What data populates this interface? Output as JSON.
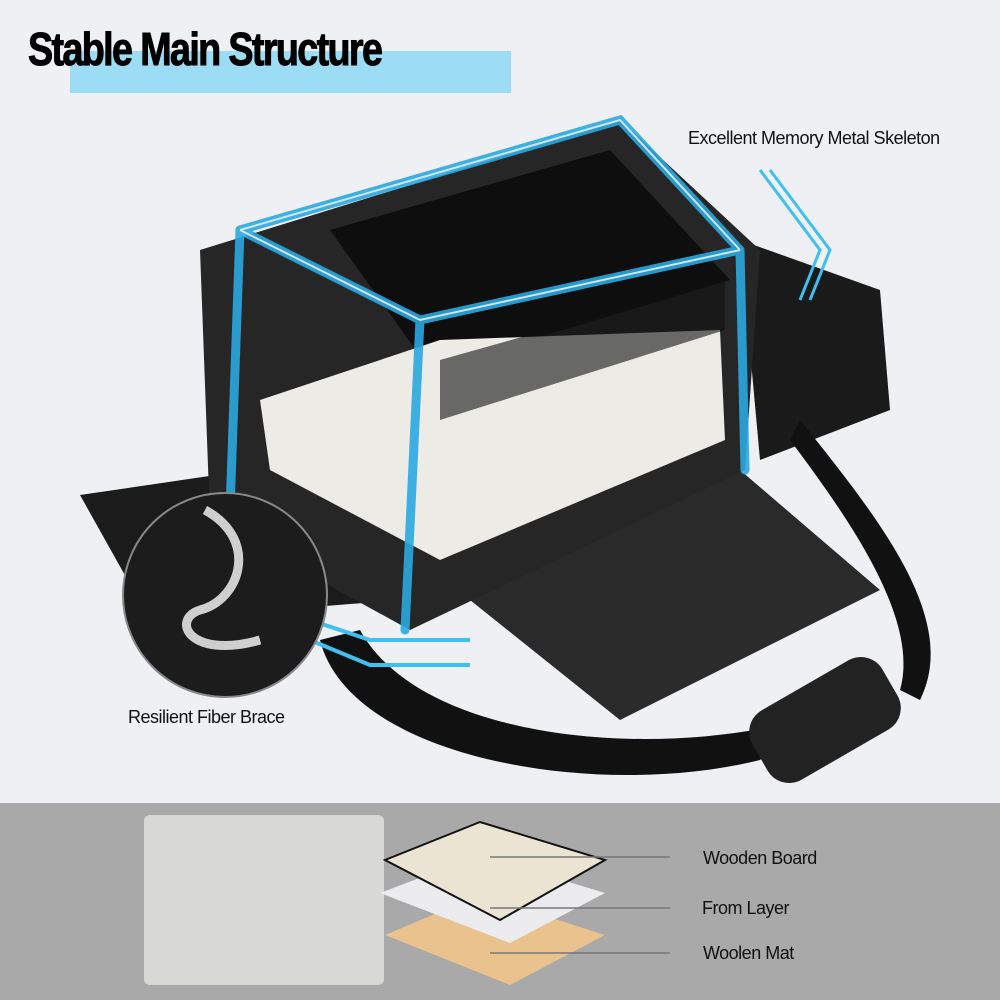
{
  "title": "Stable Main Structure",
  "callouts": {
    "skeleton": "Excellent Memory Metal Skeleton",
    "brace": "Resilient Fiber Brace"
  },
  "layers": [
    {
      "label": "Wooden Board"
    },
    {
      "label": "From Layer"
    },
    {
      "label": "Woolen Mat"
    }
  ],
  "colors": {
    "accent": "#9cdcf4",
    "frame_glow": "#2aa8e0",
    "panel": "#a9a9a9",
    "background": "#eef0f4"
  }
}
